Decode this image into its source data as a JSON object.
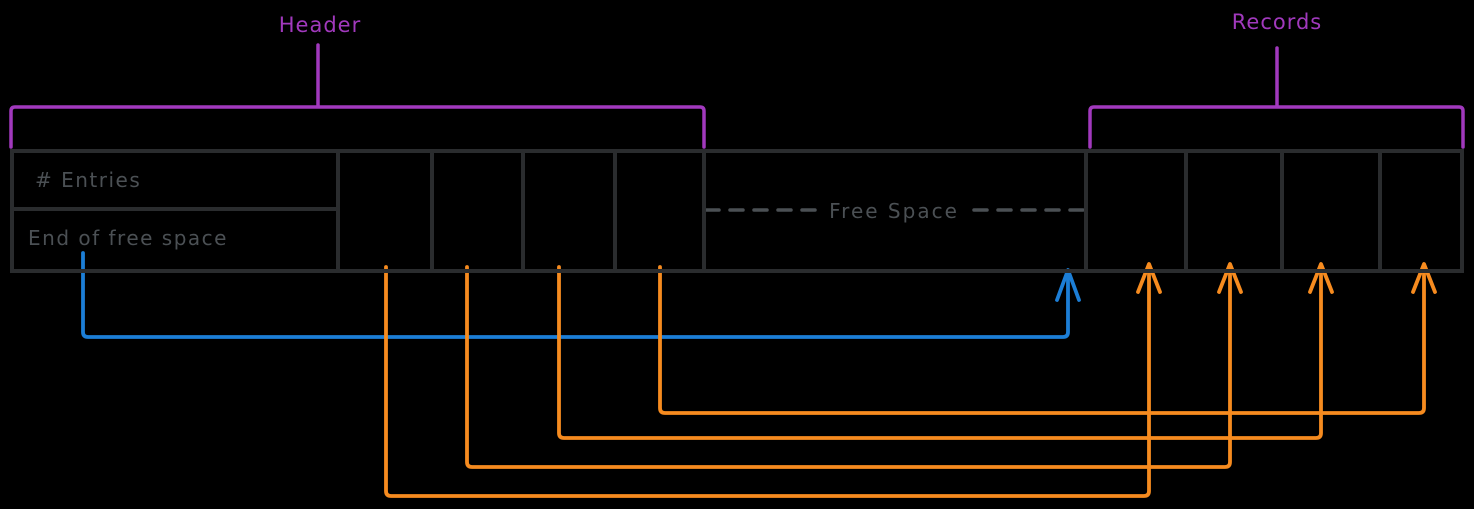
{
  "colors": {
    "background": "#000000",
    "table_stroke": "#2a2c2e",
    "table_text": "#4b5054",
    "bracket_purple": "#a139bd",
    "pointer_blue": "#1c7ed6",
    "pointer_orange": "#f68b1f"
  },
  "annotations": {
    "header_label": "Header",
    "records_label": "Records"
  },
  "page_table": {
    "field_rows": [
      {
        "label": "# Entries"
      },
      {
        "label": "End of free space"
      }
    ],
    "free_space_label": "Free Space",
    "slot_count": 4,
    "record_count": 4
  },
  "arrows": [
    {
      "name": "end-of-free-space-pointer",
      "color_key": "pointer_blue",
      "from": "End of free space field",
      "to": "free space boundary"
    },
    {
      "name": "slot-1-pointer",
      "color_key": "pointer_orange",
      "from": "slot 1",
      "to": "record 1"
    },
    {
      "name": "slot-2-pointer",
      "color_key": "pointer_orange",
      "from": "slot 2",
      "to": "record 2"
    },
    {
      "name": "slot-3-pointer",
      "color_key": "pointer_orange",
      "from": "slot 3",
      "to": "record 3"
    },
    {
      "name": "slot-4-pointer",
      "color_key": "pointer_orange",
      "from": "slot 4",
      "to": "record 4"
    }
  ]
}
